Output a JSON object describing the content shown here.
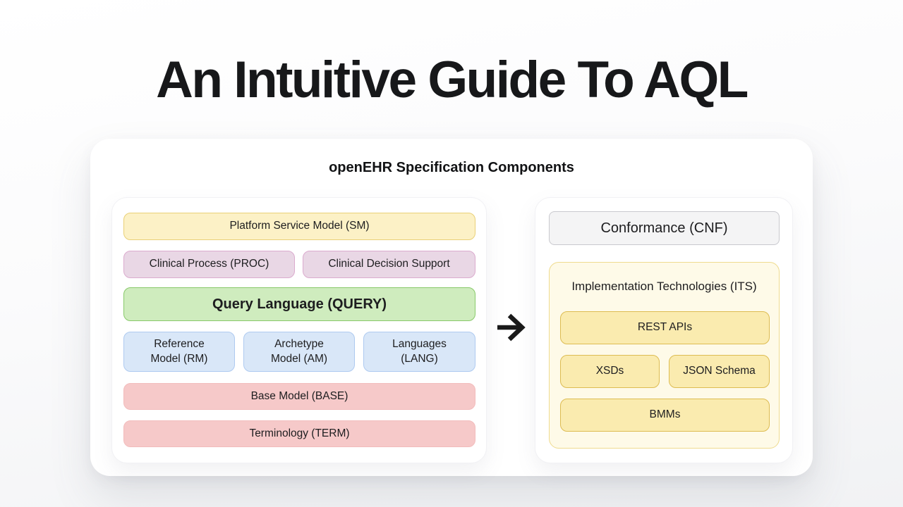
{
  "page": {
    "title": "An Intuitive Guide To AQL"
  },
  "card": {
    "heading": "openEHR Specification Components"
  },
  "left_panel": {
    "platform": "Platform Service Model (SM)",
    "clinical_process": "Clinical Process (PROC)",
    "clinical_decision": "Clinical Decision Support",
    "query": "Query Language (QUERY)",
    "reference_model": "Reference\nModel (RM)",
    "archetype_model": "Archetype\nModel (AM)",
    "languages": "Languages\n(LANG)",
    "base_model": "Base Model (BASE)",
    "terminology": "Terminology (TERM)"
  },
  "right_panel": {
    "conformance": "Conformance (CNF)",
    "its_label": "Implementation Technologies (ITS)",
    "rest_apis": "REST APIs",
    "xsds": "XSDs",
    "json_schema": "JSON Schema",
    "bmms": "BMMs"
  },
  "icons": {
    "arrow_right": "right-arrow"
  },
  "colors": {
    "title_text": "#17181A",
    "yellow_fill": "#FCF1C6",
    "yellow_border": "#E9D077",
    "mauve_fill": "#E9D7E5",
    "mauve_border": "#DBABCE",
    "green_fill": "#CFECBE",
    "green_border": "#88C96A",
    "blue_fill": "#D9E7F8",
    "blue_border": "#AECAF0",
    "red_fill": "#F6C9C9",
    "red_border": "#F2BCBC",
    "gray_fill": "#F4F4F5",
    "gray_border": "#C9C9CE",
    "its_fill": "#FEFAE8",
    "its_border": "#EFDB8F",
    "gold_fill": "#FAEBAF",
    "gold_border": "#DDBC52",
    "arrow": "#1A1A1A"
  }
}
